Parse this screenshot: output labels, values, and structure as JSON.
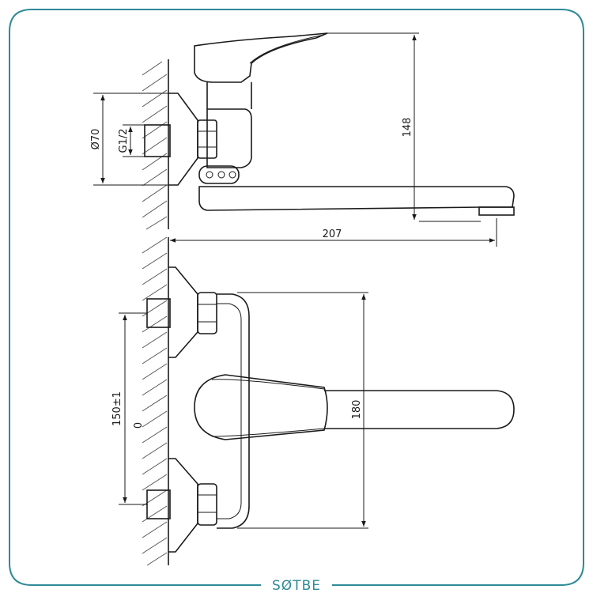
{
  "brand": {
    "name": "SØTBE",
    "frame_color": "#2f8a97",
    "text_color": "#2f8a97"
  },
  "dimensions": {
    "spout_height": "148",
    "flange_diameter": "Ø70",
    "thread": "G1/2",
    "reach": "207",
    "center_distance": "150±1",
    "center_zero": "0",
    "body_height": "180"
  }
}
